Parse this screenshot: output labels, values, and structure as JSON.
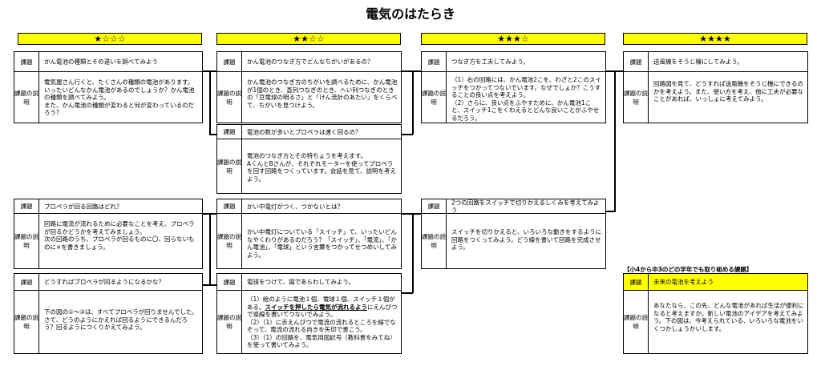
{
  "page": {
    "title": "電気のはたらき"
  },
  "levels": [
    "★☆☆☆",
    "★★☆☆",
    "★★★☆",
    "★★★★"
  ],
  "labels": {
    "kadai": "課題",
    "setsumei": "課題の説明"
  },
  "cards": [
    {
      "title": "かん電池の種類とその違いを調べてみよう",
      "desc": "電気屋さん行くと、たくさんの種類の電池があります。\nいったいどんなかん電池があるのでしょうか？かん電池の種類を調べてみよう。\nまた、かん電池の種類が変わると何が変わっているのだろう？"
    },
    {
      "title": "プロペラが回る回路はどれ？",
      "desc": "回路に電流が流れるために必要なことを考え、プロペラが回るかどうかを考えてみましょう。\n次の回路のうち、プロペラが回るものに〇、回らないものに×を書きましょう。"
    },
    {
      "title": "どうすればプロペラが回るようになるかな？",
      "desc": "下の図の①～③は、すべてプロペラが回りませんでした。さて、どうのようにかえれば回るようにできるんだろう？回るようにつくりかえてみよう。"
    },
    {
      "title": "かん電池のつなぎ方でどんなちがいがあるの？",
      "desc": "かん電池のつなぎ方のちがいを調べるために、かん電池が1個のとき、直列つなぎのとき、へい列つなぎのときの「豆電球の明るさ」と「けん流計のあたい」をくらべて、ちがいを見つけよう。"
    },
    {
      "title": "電池の数が多いとプロペラは速く回るの？",
      "desc": "電池のつなぎ方とその特ちょうを考えます。\nAくんとBさんが、それぞれモーターを使ってプロペラを回す回路をつくっています。会話を見て、説明を考えよう。"
    },
    {
      "title": "かい中電灯がつく、つかないとは？",
      "desc": "かい中電灯についている「スイッチ」て、いったいどんなやくわりがあるのだろう？「スイッチ」、「電流」、「かん電池」、「電球」という言葉をつかってせつめいしてみよう。"
    },
    {
      "title": "電球をつけて、図であらわしてみよう。",
      "desc_pre": "（1）絵のように電池１個、電球１個、スイッチ１個がある。",
      "desc_u": "スイッチを押したら電気が流れるよう",
      "desc_post": "にえんぴつで導線を書いてつないでみよう。\n（2）（1）に赤えんぴつで電流の流れるところを線でなぞって、電流の流れる向きを矢印で書こう。\n（3）（1）の回路を、電気用図記号（教科書をみてね）を使って書いてみよう。"
    },
    {
      "title": "つなぎ方を工夫してみよう。",
      "desc": "（1）右の回路には、かん電池2こを、わざと2このスイッチをつかってつないでいます。なぜでしょか？こうすることの良い点を考えよう。\n（2）さらに、良い点をふやすために、かん電池1こと、スイッチ1こをくわえるとどんな良いことがふやせるだろう。"
    },
    {
      "title": "2つの回路をスイッチで切りかえるしくみを考えてみよう",
      "desc": "スイッチを切りかえると、いろいろな動きをするように回路をつくってみよう。どう線を書いて回路を完成させよう。"
    },
    {
      "title": "送風機をそうじ機にしてみよう。",
      "desc": "回路図を見て、どうすれば送風機をそうじ機にできるのかを考えよう。また、使い方を考え、他に工夫が必要なことがあれば、いっしょに考えてみよう。"
    },
    {
      "title": "未来の電池を考えよう",
      "desc": "あなたなら、この先、どんな電池があれば生活が便利になると考えますか。新しい電池のアイデアを考えてみよう。下の図は、今考えられている、いろいろな電池をいくつかしょうかいします。"
    }
  ],
  "note": "【小4から中3のどの学年でも取り組める課題】",
  "colors": {
    "level_bg": "#ffff00",
    "highlight_title_bg": "#ffff00"
  }
}
